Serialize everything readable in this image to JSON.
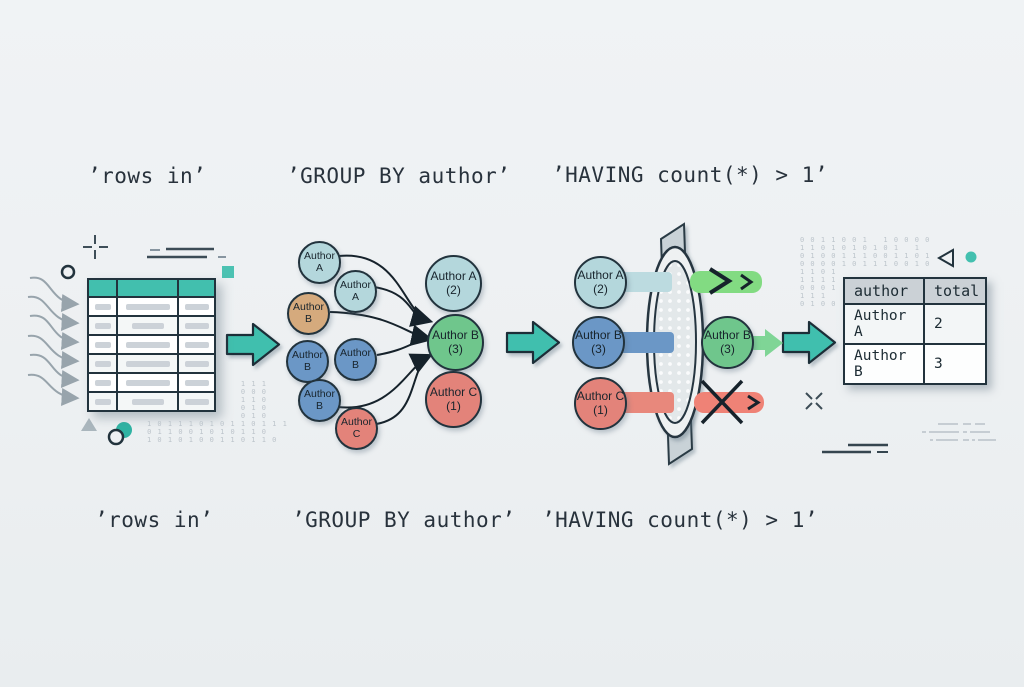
{
  "labels": {
    "top": {
      "rows_in": "’rows in’",
      "group_by": "’GROUP BY author’",
      "having": "’HAVING count(*) > 1’"
    },
    "bottom": {
      "rows_in": "’rows in’",
      "group_by": "’GROUP BY author’",
      "having": "’HAVING count(*) > 1’"
    }
  },
  "source_table": {
    "row_count": 6,
    "column_count": 3,
    "header_color": "#42bfae"
  },
  "group_stage": {
    "inputs": [
      {
        "label": "Author A",
        "color": "#b4d7dc"
      },
      {
        "label": "Author A",
        "color": "#b4d7dc"
      },
      {
        "label": "Author B",
        "color": "#d5aa7d"
      },
      {
        "label": "Author B",
        "color": "#6b97c6"
      },
      {
        "label": "Author B",
        "color": "#6b97c6"
      },
      {
        "label": "Author B",
        "color": "#6b97c6"
      },
      {
        "label": "Author C",
        "color": "#e3837a"
      }
    ],
    "outputs": [
      {
        "name": "Author A",
        "count": "(2)",
        "color": "#b4d7dc"
      },
      {
        "name": "Author B",
        "count": "(3)",
        "color": "#6fc68c"
      },
      {
        "name": "Author C",
        "count": "(1)",
        "color": "#e3837a"
      }
    ]
  },
  "having_stage": {
    "condition": "count(*) > 1",
    "inputs": [
      {
        "name": "Author A",
        "count": "(2)",
        "color": "#b4d7dc",
        "result": "pass"
      },
      {
        "name": "Author B",
        "count": "(3)",
        "color": "#6b97c6",
        "result": "pass"
      },
      {
        "name": "Author C",
        "count": "(1)",
        "color": "#e3837a",
        "result": "fail"
      }
    ],
    "output": {
      "name": "Author B",
      "count": "(3)",
      "color": "#6fc68c"
    }
  },
  "result_table": {
    "headers": [
      "author",
      "total"
    ],
    "rows": [
      [
        "Author A",
        "2"
      ],
      [
        "Author B",
        "3"
      ]
    ]
  },
  "colors": {
    "teal_accent": "#41bfae",
    "pass_green": "#82db82",
    "arrow_green": "#7fd596",
    "fail_red": "#ef8276",
    "outline_dark": "#22333d",
    "background": "#edf0f2"
  },
  "decorations": {
    "binary_left": "1 1 1\n0 0 0\n1 1 0\n0 1 0\n0 1 0\n1 0 1 1 1 0 1 0 1 1 0 1 1 1\n0 1 1 0 0 1 0 1 0 1 1 0\n1 0 1 0 1 0 0 1 1 0 1 1 0",
    "binary_right": "0 0 1 1 0 0 1   1 0 0 0 0\n1 1 0 1 0 1 0 1 0 1   1\n0 1 0 0 1 1 1 0 0 1 1 0 1\n0 0 0 0 1 0 1 1 1 0 0 1 0\n1 1 0 1\n1 1 1 1\n0 0 0 1\n1 1 1\n0 1 0 0"
  }
}
